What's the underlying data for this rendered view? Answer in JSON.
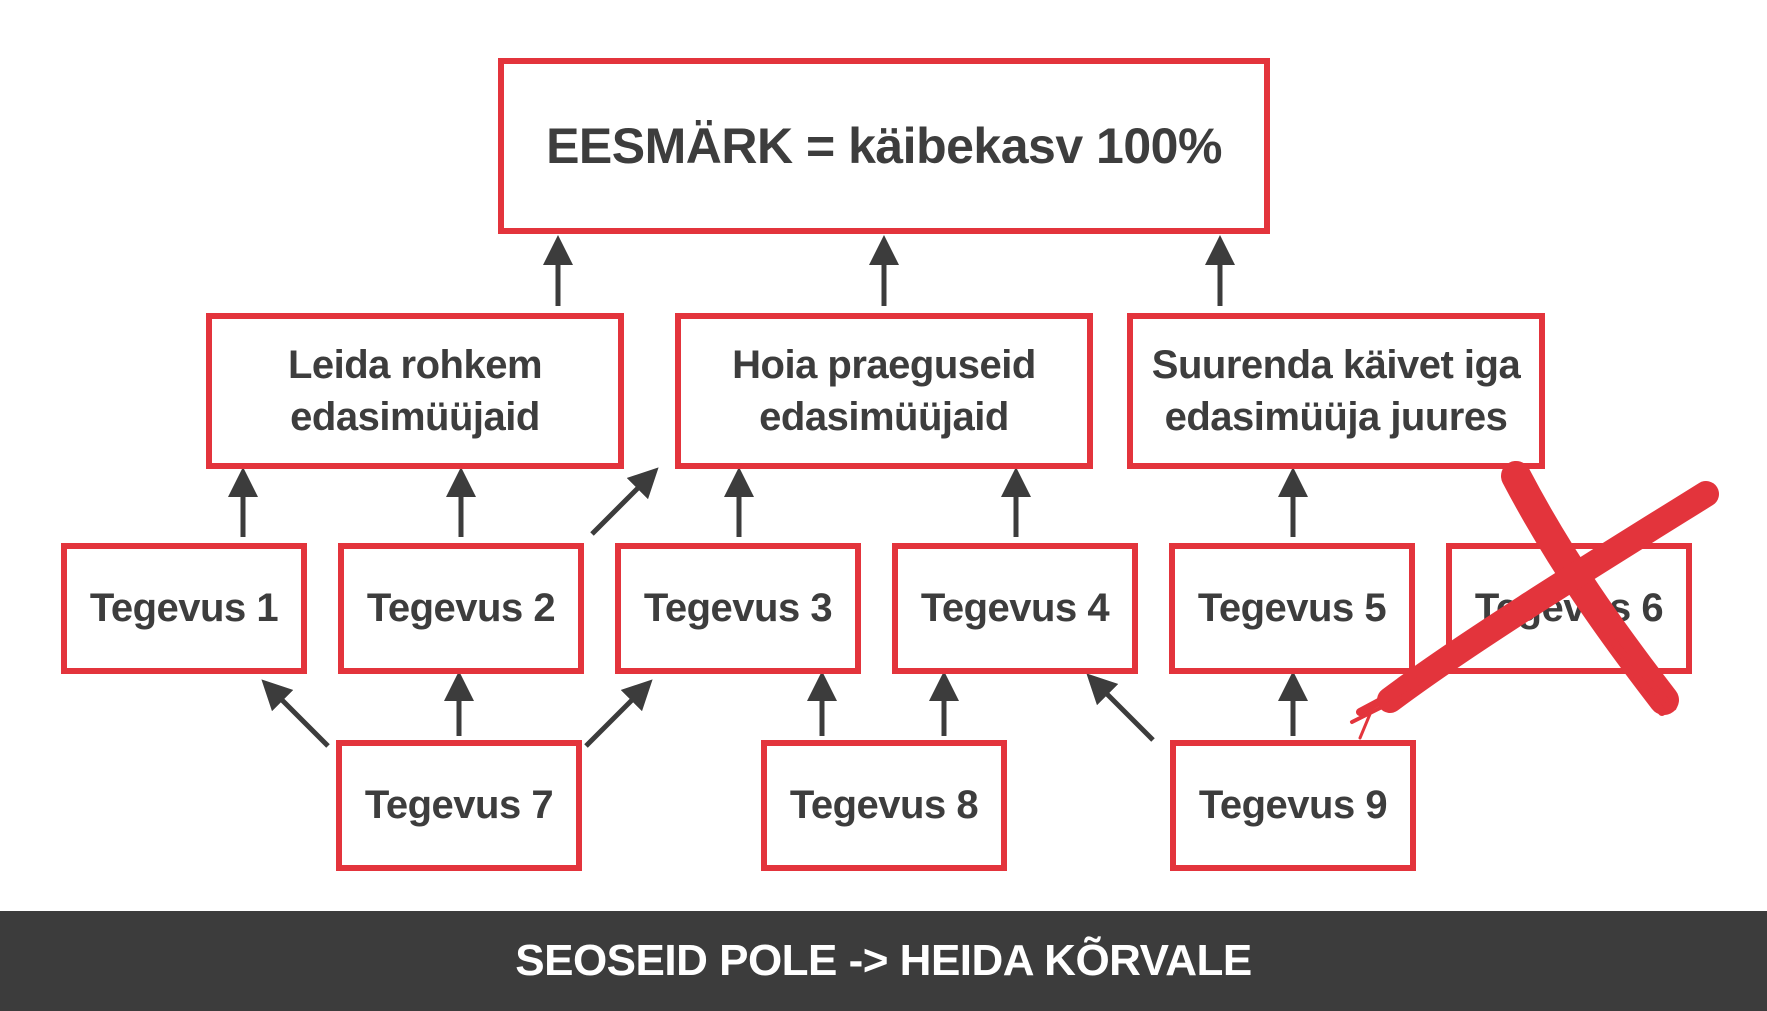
{
  "goal": {
    "text": "EESMÄRK = käibekasv 100%"
  },
  "strategies": [
    {
      "line1": "Leida rohkem",
      "line2": "edasimüüjaid"
    },
    {
      "line1": "Hoia praeguseid",
      "line2": "edasimüüjaid"
    },
    {
      "line1": "Suurenda käivet iga",
      "line2": "edasimüüja juures"
    }
  ],
  "activities_row1": [
    "Tegevus 1",
    "Tegevus 2",
    "Tegevus 3",
    "Tegevus 4",
    "Tegevus 5",
    "Tegevus 6"
  ],
  "activities_row2": [
    "Tegevus 7",
    "Tegevus 8",
    "Tegevus 9"
  ],
  "crossed_out": "Tegevus 6",
  "footer": {
    "text": "SEOSEID POLE -> HEIDA KÕRVALE"
  },
  "colors": {
    "border": "#e3343c",
    "text": "#3d3d3d",
    "arrow": "#3c3c3c",
    "footer_bg": "#3c3c3c",
    "footer_text": "#ffffff",
    "cross": "#e3343c"
  }
}
